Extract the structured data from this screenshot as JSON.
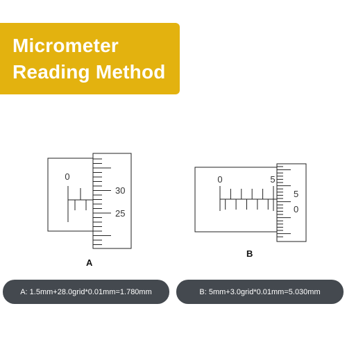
{
  "banner": {
    "line1": "Micrometer",
    "line2": "Reading Method",
    "color": "#e3b20f"
  },
  "diagram_a": {
    "caption": "A",
    "sleeve_zero_label": "0",
    "thimble_labels": [
      "30",
      "25"
    ],
    "reading": "A: 1.5mm+28.0grid*0.01mm=1.780mm"
  },
  "diagram_b": {
    "caption": "B",
    "sleeve_zero_label": "0",
    "sleeve_five_label": "5",
    "thimble_labels": [
      "5",
      "0"
    ],
    "reading": "B: 5mm+3.0grid*0.01mm=5.030mm"
  },
  "colors": {
    "pill_background": "#44494f",
    "line": "#222222"
  }
}
